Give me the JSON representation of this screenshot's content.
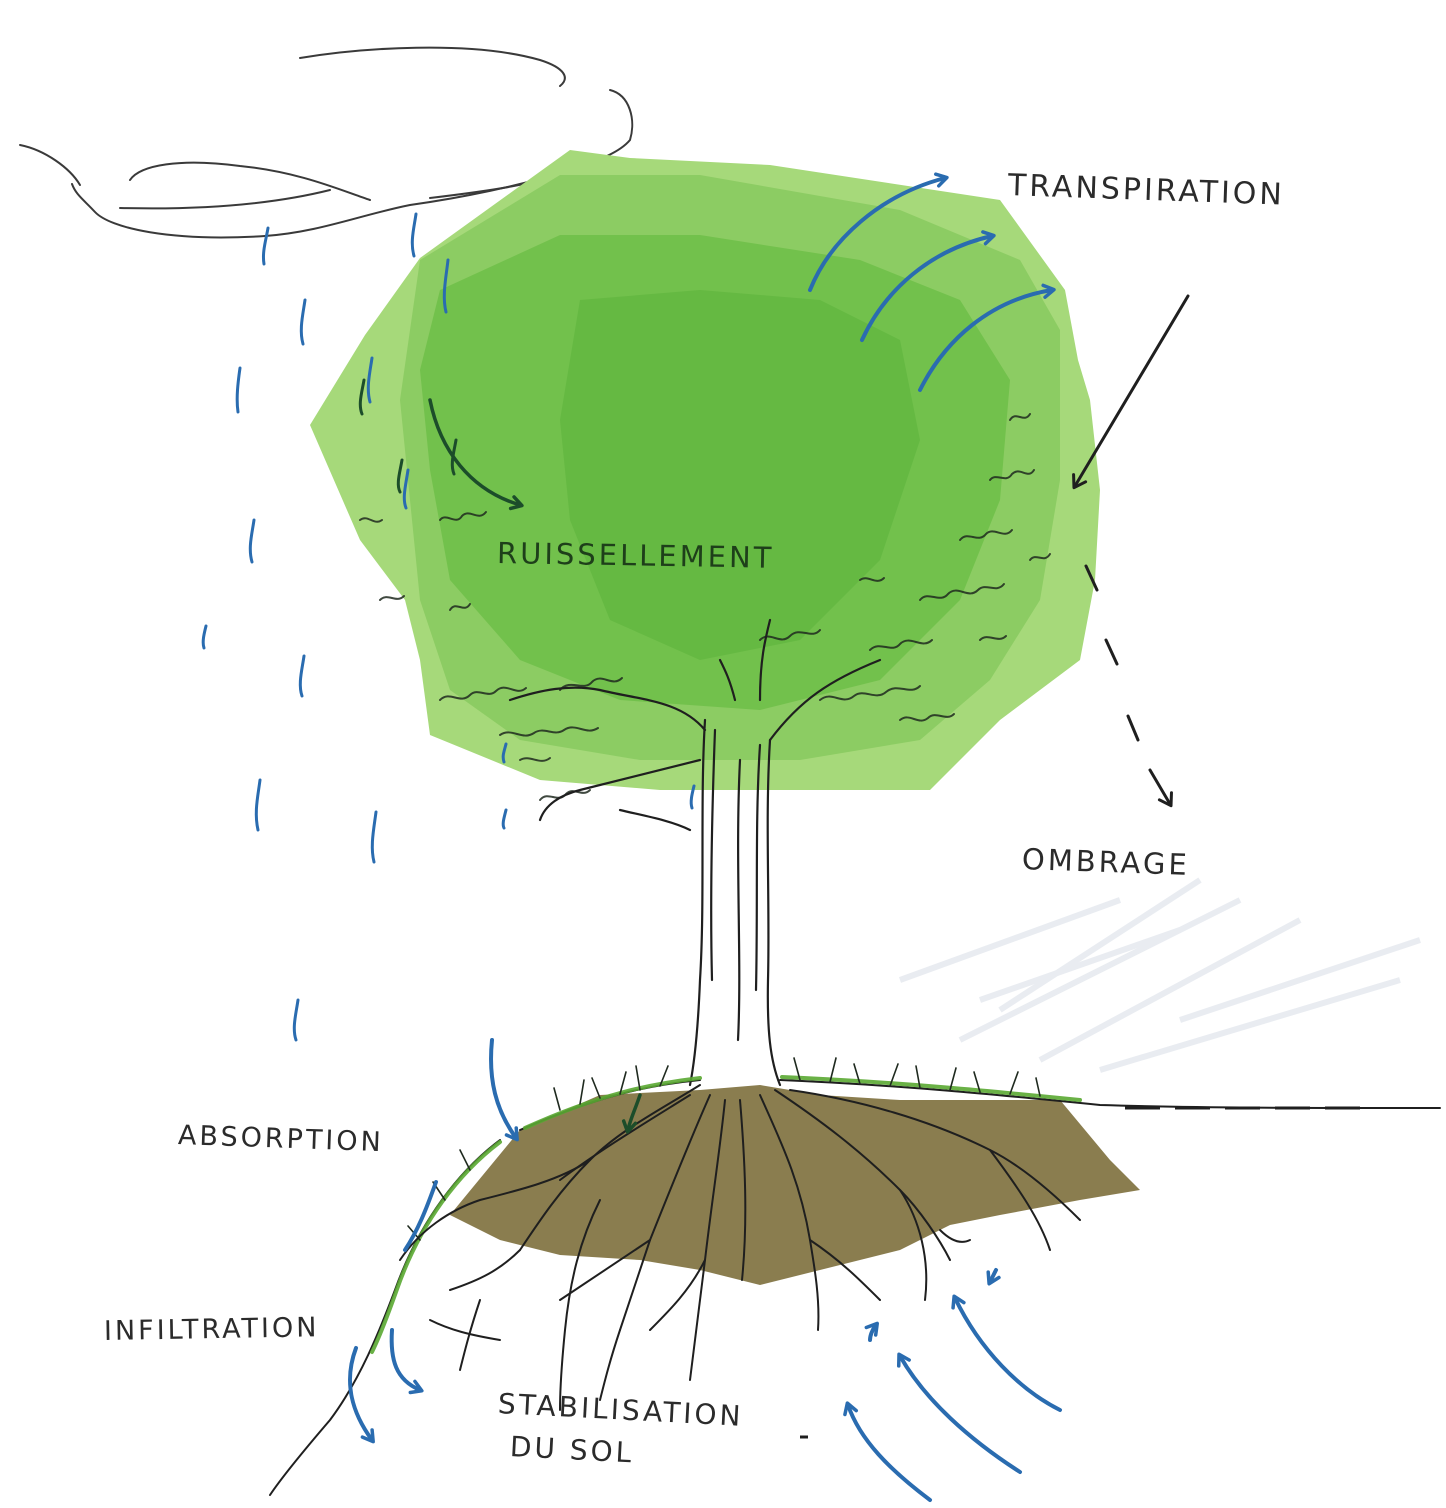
{
  "labels": {
    "transpiration": "TRANSPIRATION",
    "ruissellement": "RUISSELLEMENT",
    "ombrage": "OMBRAGE",
    "absorption": "ABSORPTION",
    "infiltration": "INFILTRATION",
    "stabilisation_line1": "STABILISATION",
    "stabilisation_line2": "DU SOL"
  },
  "colors": {
    "canopy_light": "#a6d97a",
    "canopy_mid": "#7cc455",
    "canopy_dark": "#5fb53e",
    "soil": "#8a7d4f",
    "water_blue": "#2a6cb0",
    "ink": "#1f1f1f",
    "grass": "#5aa832"
  }
}
